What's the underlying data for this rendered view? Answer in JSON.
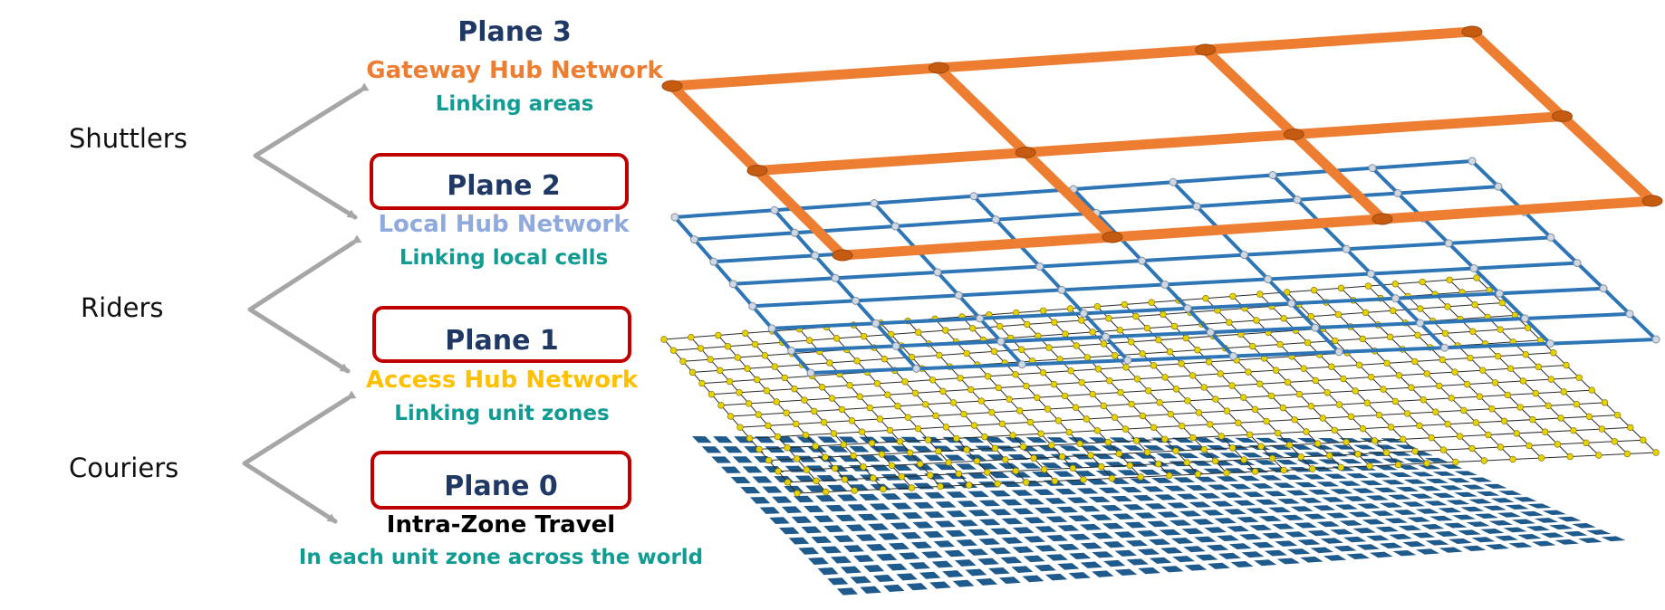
{
  "roles": [
    {
      "id": "shuttlers",
      "label": "Shuttlers"
    },
    {
      "id": "riders",
      "label": "Riders"
    },
    {
      "id": "couriers",
      "label": "Couriers"
    }
  ],
  "planes": [
    {
      "id": "plane3",
      "title": "Plane 3",
      "network": "Gateway Hub Network",
      "network_color": "#ed7d31",
      "sub": "Linking areas",
      "boxed": false
    },
    {
      "id": "plane2",
      "title": "Plane 2",
      "network": "Local Hub Network",
      "network_color": "#8faadc",
      "sub": "Linking local cells",
      "boxed": true
    },
    {
      "id": "plane1",
      "title": "Plane 1",
      "network": "Access Hub Network",
      "network_color": "#ffc000",
      "sub": "Linking unit zones",
      "boxed": true
    },
    {
      "id": "plane0",
      "title": "Plane 0",
      "network": "Intra-Zone Travel",
      "network_color": "#000000",
      "sub": "In each unit zone across the world",
      "boxed": true
    }
  ],
  "colors": {
    "plane_title": "#1f3864",
    "subtitle": "#109b93",
    "box_border": "#c00000",
    "arrow": "#a6a6a6",
    "gateway": "#ed7d31",
    "local": "#2e75b6",
    "access_node": "#e6d200",
    "zone_tile": "#1f5a8c"
  }
}
